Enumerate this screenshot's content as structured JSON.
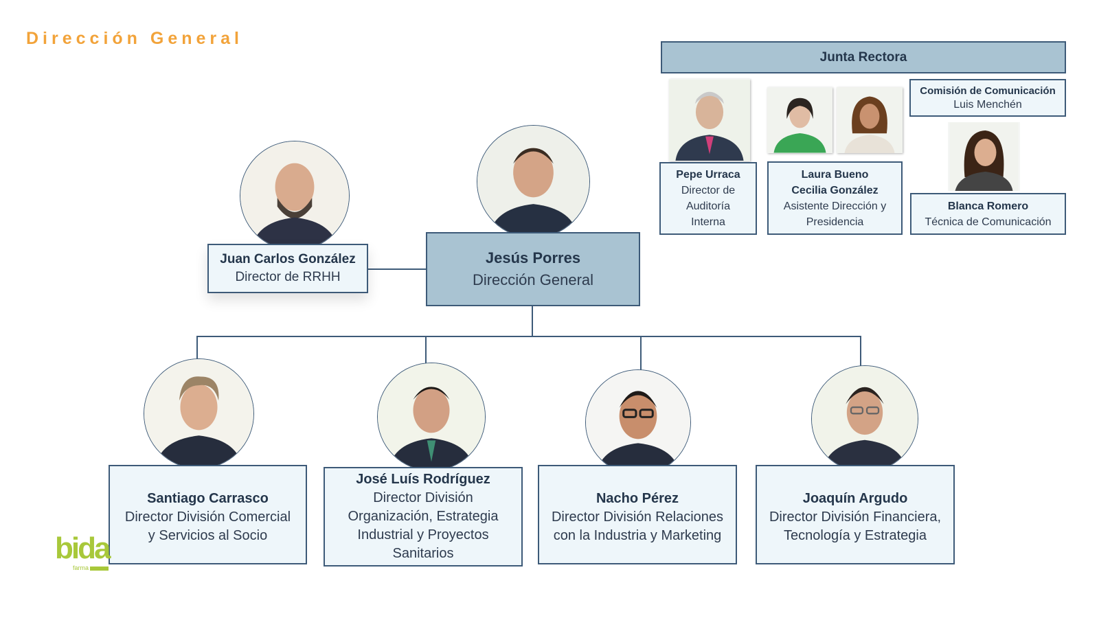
{
  "page": {
    "title": "Dirección General"
  },
  "junta": {
    "header": "Junta Rectora",
    "comision": {
      "title": "Comisión de Comunicación",
      "name": "Luis Menchén"
    },
    "members": [
      {
        "name": "Pepe Urraca",
        "role_lines": [
          "Director de",
          "Auditoría",
          "Interna"
        ]
      },
      {
        "name_lines": [
          "Laura Bueno",
          "Cecilia González"
        ],
        "role_lines": [
          "Asistente Dirección y",
          "Presidencia"
        ]
      },
      {
        "name": "Blanca Romero",
        "role": "Técnica de Comunicación"
      }
    ]
  },
  "ceo": {
    "name": "Jesús Porres",
    "role": "Dirección General"
  },
  "rrhh": {
    "name": "Juan Carlos González",
    "role": "Director de RRHH"
  },
  "directors": [
    {
      "name": "Santiago Carrasco",
      "role_lines": [
        "Director División Comercial",
        "y Servicios al Socio"
      ]
    },
    {
      "name": "José Luís Rodríguez",
      "role_lines": [
        "Director División",
        "Organización, Estrategia",
        "Industrial y Proyectos",
        "Sanitarios"
      ]
    },
    {
      "name": "Nacho Pérez",
      "role_lines": [
        "Director División Relaciones",
        "con la Industria y Marketing"
      ]
    },
    {
      "name": "Joaquín Argudo",
      "role_lines": [
        "Director División Financiera,",
        "Tecnología y Estrategia"
      ]
    }
  ],
  "logo": {
    "text": "bida",
    "subtext": "farma"
  },
  "colors": {
    "title": "#f2a33a",
    "box_border": "#3d5a78",
    "box_light": "#eef6fa",
    "box_mid": "#a9c3d2",
    "logo_green": "#a8c83a",
    "logo_orange": "#f2a33a"
  }
}
